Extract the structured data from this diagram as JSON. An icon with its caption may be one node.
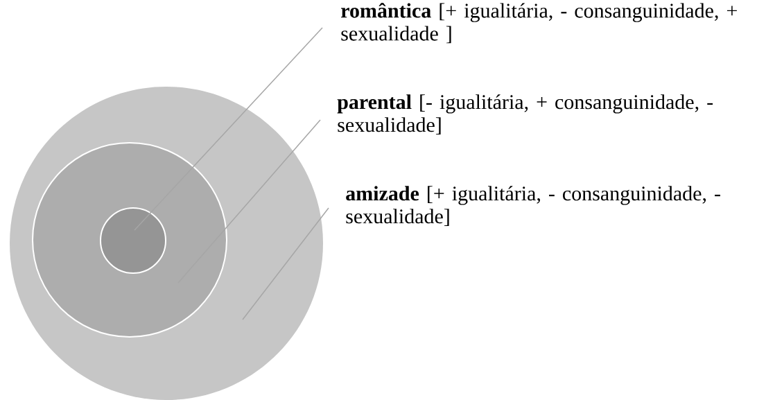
{
  "diagram": {
    "nodes": [
      {
        "text": [],
        "shape": "circle"
      },
      {
        "text": [],
        "shape": "circle",
        "in": 0
      },
      {
        "text": [],
        "shape": "circle",
        "in": 1
      },
      {
        "text": [
          "**romântica** [+ igualitária, - consanguinidade, + sexualidade ]"
        ]
      },
      {
        "text": [
          "**parental** [- igualitária, + consanguinidade, - sexualidade]"
        ]
      },
      {
        "text": [
          "**amizade** [+ igualitária, - consanguinidade, - sexualidade]"
        ]
      }
    ],
    "edges": [
      {
        "from": 3,
        "to": 2,
        "arrow": "none"
      },
      {
        "from": 4,
        "to": 1,
        "arrow": "none"
      },
      {
        "from": 5,
        "to": 0,
        "arrow": "none"
      }
    ]
  }
}
